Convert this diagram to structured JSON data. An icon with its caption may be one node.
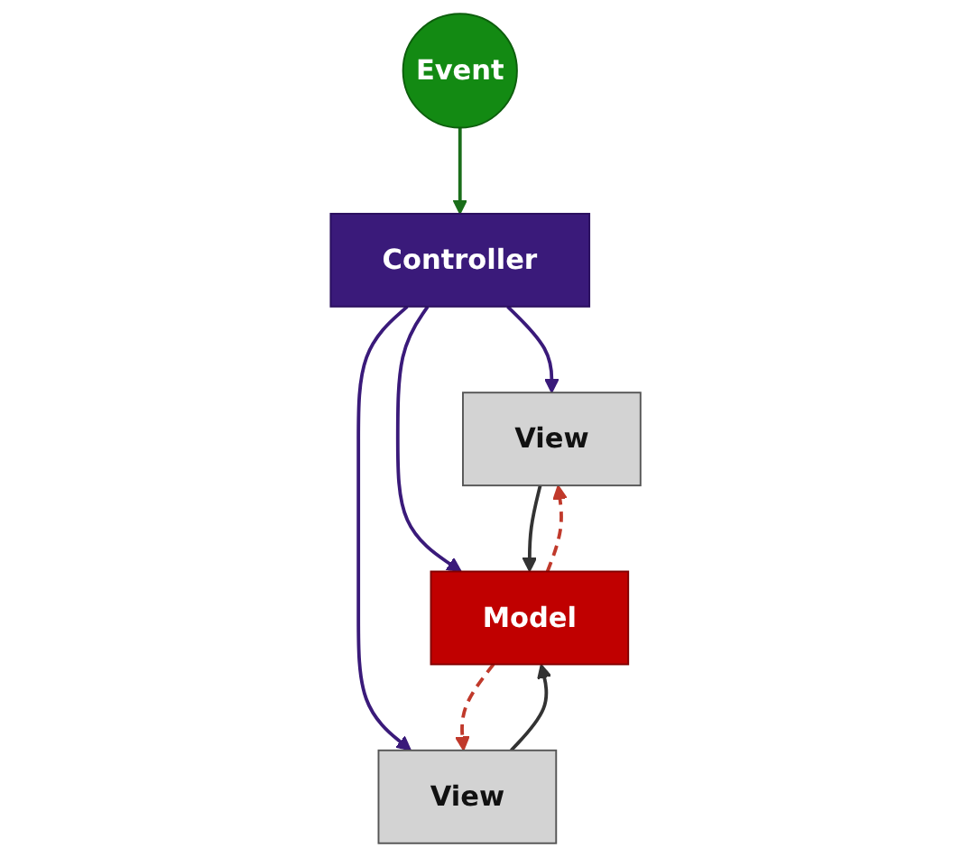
{
  "diagram": {
    "nodes": [
      {
        "text": [
          "Event"
        ]
      },
      {
        "text": [
          "Controller"
        ]
      },
      {
        "text": [
          "View"
        ]
      },
      {
        "text": [
          "View"
        ]
      },
      {
        "text": [
          "Model"
        ]
      }
    ],
    "edges": [
      {
        "from": 0,
        "to": 1,
        "arrow": "to",
        "color": "#1a6e1a"
      },
      {
        "from": 1,
        "to": 2,
        "arrow": "to"
      },
      {
        "from": 1,
        "to": 4,
        "arrow": "to"
      },
      {
        "from": 1,
        "to": 3,
        "arrow": "to"
      },
      {
        "from": 4,
        "to": 2,
        "arrow": "to",
        "style": "dashed",
        "color": "#c0392b"
      },
      {
        "from": 4,
        "to": 3,
        "arrow": "to",
        "style": "dashed",
        "color": "#c0392b"
      },
      {
        "from": 2,
        "to": 4,
        "arrow": "to",
        "color": "#333333"
      },
      {
        "from": 3,
        "to": 4,
        "arrow": "to",
        "color": "#333333"
      }
    ]
  }
}
